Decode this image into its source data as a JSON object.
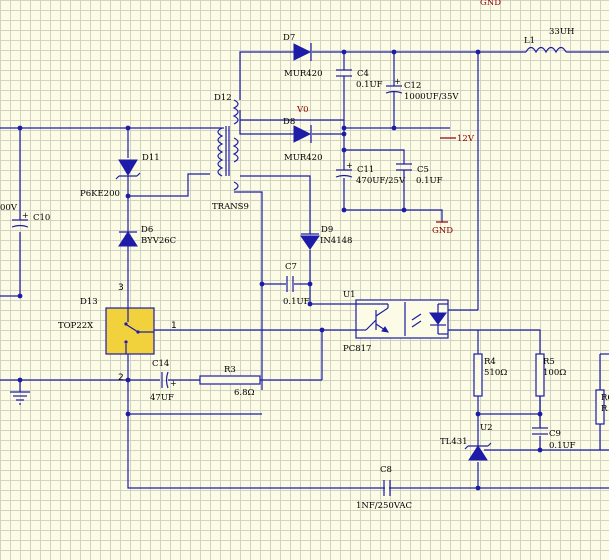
{
  "labels": {
    "gnd_top": "GND",
    "l1_ref": "L1",
    "l1_val": "33UH",
    "d7_ref": "D7",
    "d7_val": "MUR420",
    "d8_ref": "D8",
    "d8_val": "MUR420",
    "c4_ref": "C4",
    "c4_val": "0.1UF",
    "c12_ref": "C12",
    "c12_val": "1000UF/35V",
    "v0_net": "V0",
    "net_12v": "12V",
    "d12_ref": "D12",
    "trans_val": "TRANS9",
    "d11_ref": "D11",
    "d11_val": "P6KE200",
    "c11_ref": "C11",
    "c11_val": "470UF/25V",
    "c5_ref": "C5",
    "c5_val": "0.1UF",
    "gnd_mid": "GND",
    "c10_val_partial": "00V",
    "c10_ref": "C10",
    "d6_ref": "D6",
    "d6_val": "BYV26C",
    "d9_ref": "D9",
    "d9_val": "IN4148",
    "c7_ref": "C7",
    "c7_val": "0.1UF",
    "u1_ref": "U1",
    "u1_val": "PC817",
    "d13_ref": "D13",
    "top_val": "TOP22X",
    "pin3": "3",
    "pin1": "1",
    "pin2": "2",
    "c14_ref": "C14",
    "c14_val": "47UF",
    "r3_ref": "R3",
    "r3_val": "6.8Ω",
    "r4_ref": "R4",
    "r4_val": "510Ω",
    "r5_ref": "R5",
    "r5_val": "100Ω",
    "r6_partial_ref": "R6",
    "r6_partial_val": "R",
    "u2_ref": "U2",
    "u2_val": "TL431",
    "c9_ref": "C9",
    "c9_val": "0.1UF",
    "c8_ref": "C8",
    "c8_val": "1NF/250VAC"
  },
  "colors": {
    "grid_bg": "#fbfbe6",
    "grid_line": "#d2d2c2",
    "wire": "#1c1ca8",
    "net_label": "#8a0000",
    "ic_fill": "#f2d23c"
  }
}
